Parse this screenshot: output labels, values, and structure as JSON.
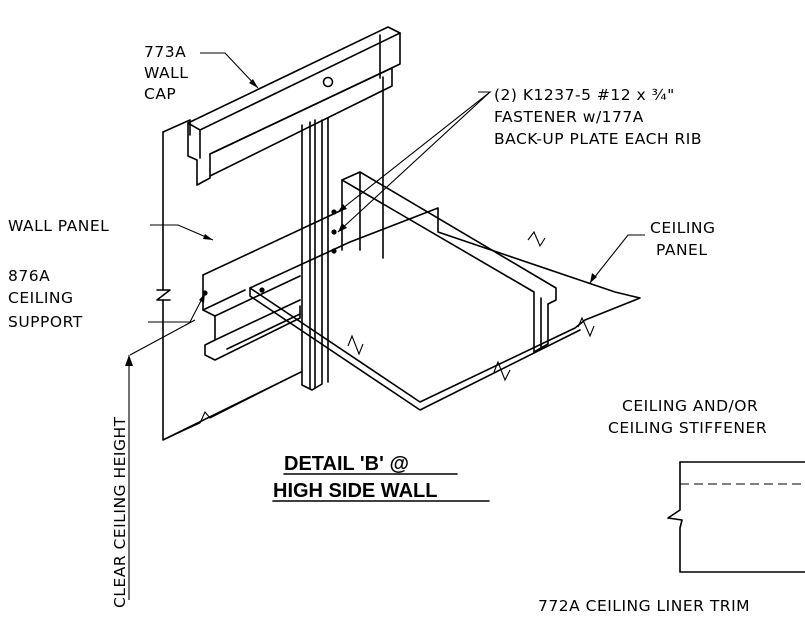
{
  "labels": {
    "wall_cap": [
      "773A",
      "WALL",
      "CAP"
    ],
    "fastener": [
      "(2) K1237-5 #12 x ¾\"",
      "FASTENER w/177A",
      "BACK-UP PLATE EACH RIB"
    ],
    "wall_panel": "WALL PANEL",
    "ceiling_panel": [
      "CEILING",
      "PANEL"
    ],
    "ceiling_support": [
      "876A",
      "CEILING",
      "SUPPORT"
    ],
    "clear_ceiling_height": "CLEAR CEILING HEIGHT",
    "detail_title": [
      "DETAIL 'B' @",
      "HIGH SIDE WALL"
    ],
    "ceiling_stiffener": [
      "CEILING AND/OR",
      "CEILING STIFFENER"
    ],
    "liner_trim": "772A CEILING LINER TRIM"
  }
}
